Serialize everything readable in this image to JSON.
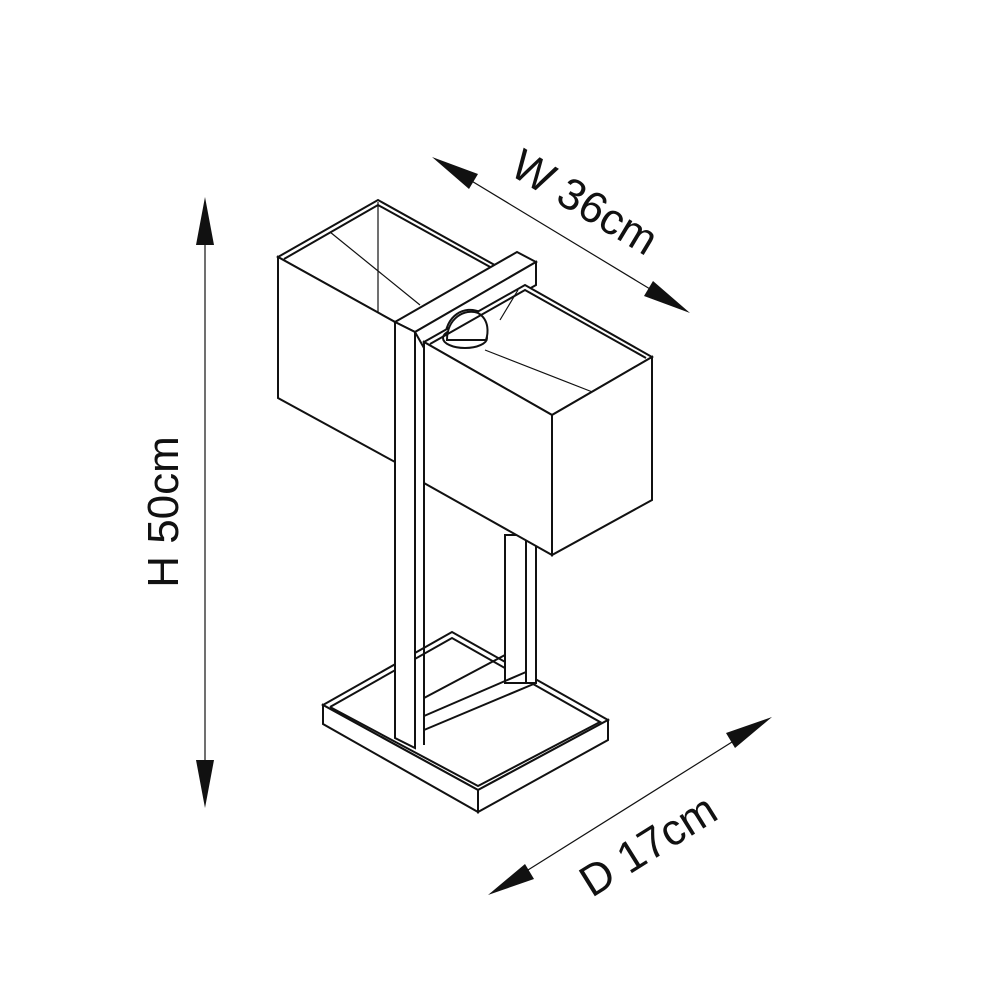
{
  "dimensions": {
    "height_label": "H 50cm",
    "width_label": "W 36cm",
    "depth_label": "D 17cm"
  },
  "colors": {
    "line": "#111111",
    "background": "#ffffff"
  }
}
